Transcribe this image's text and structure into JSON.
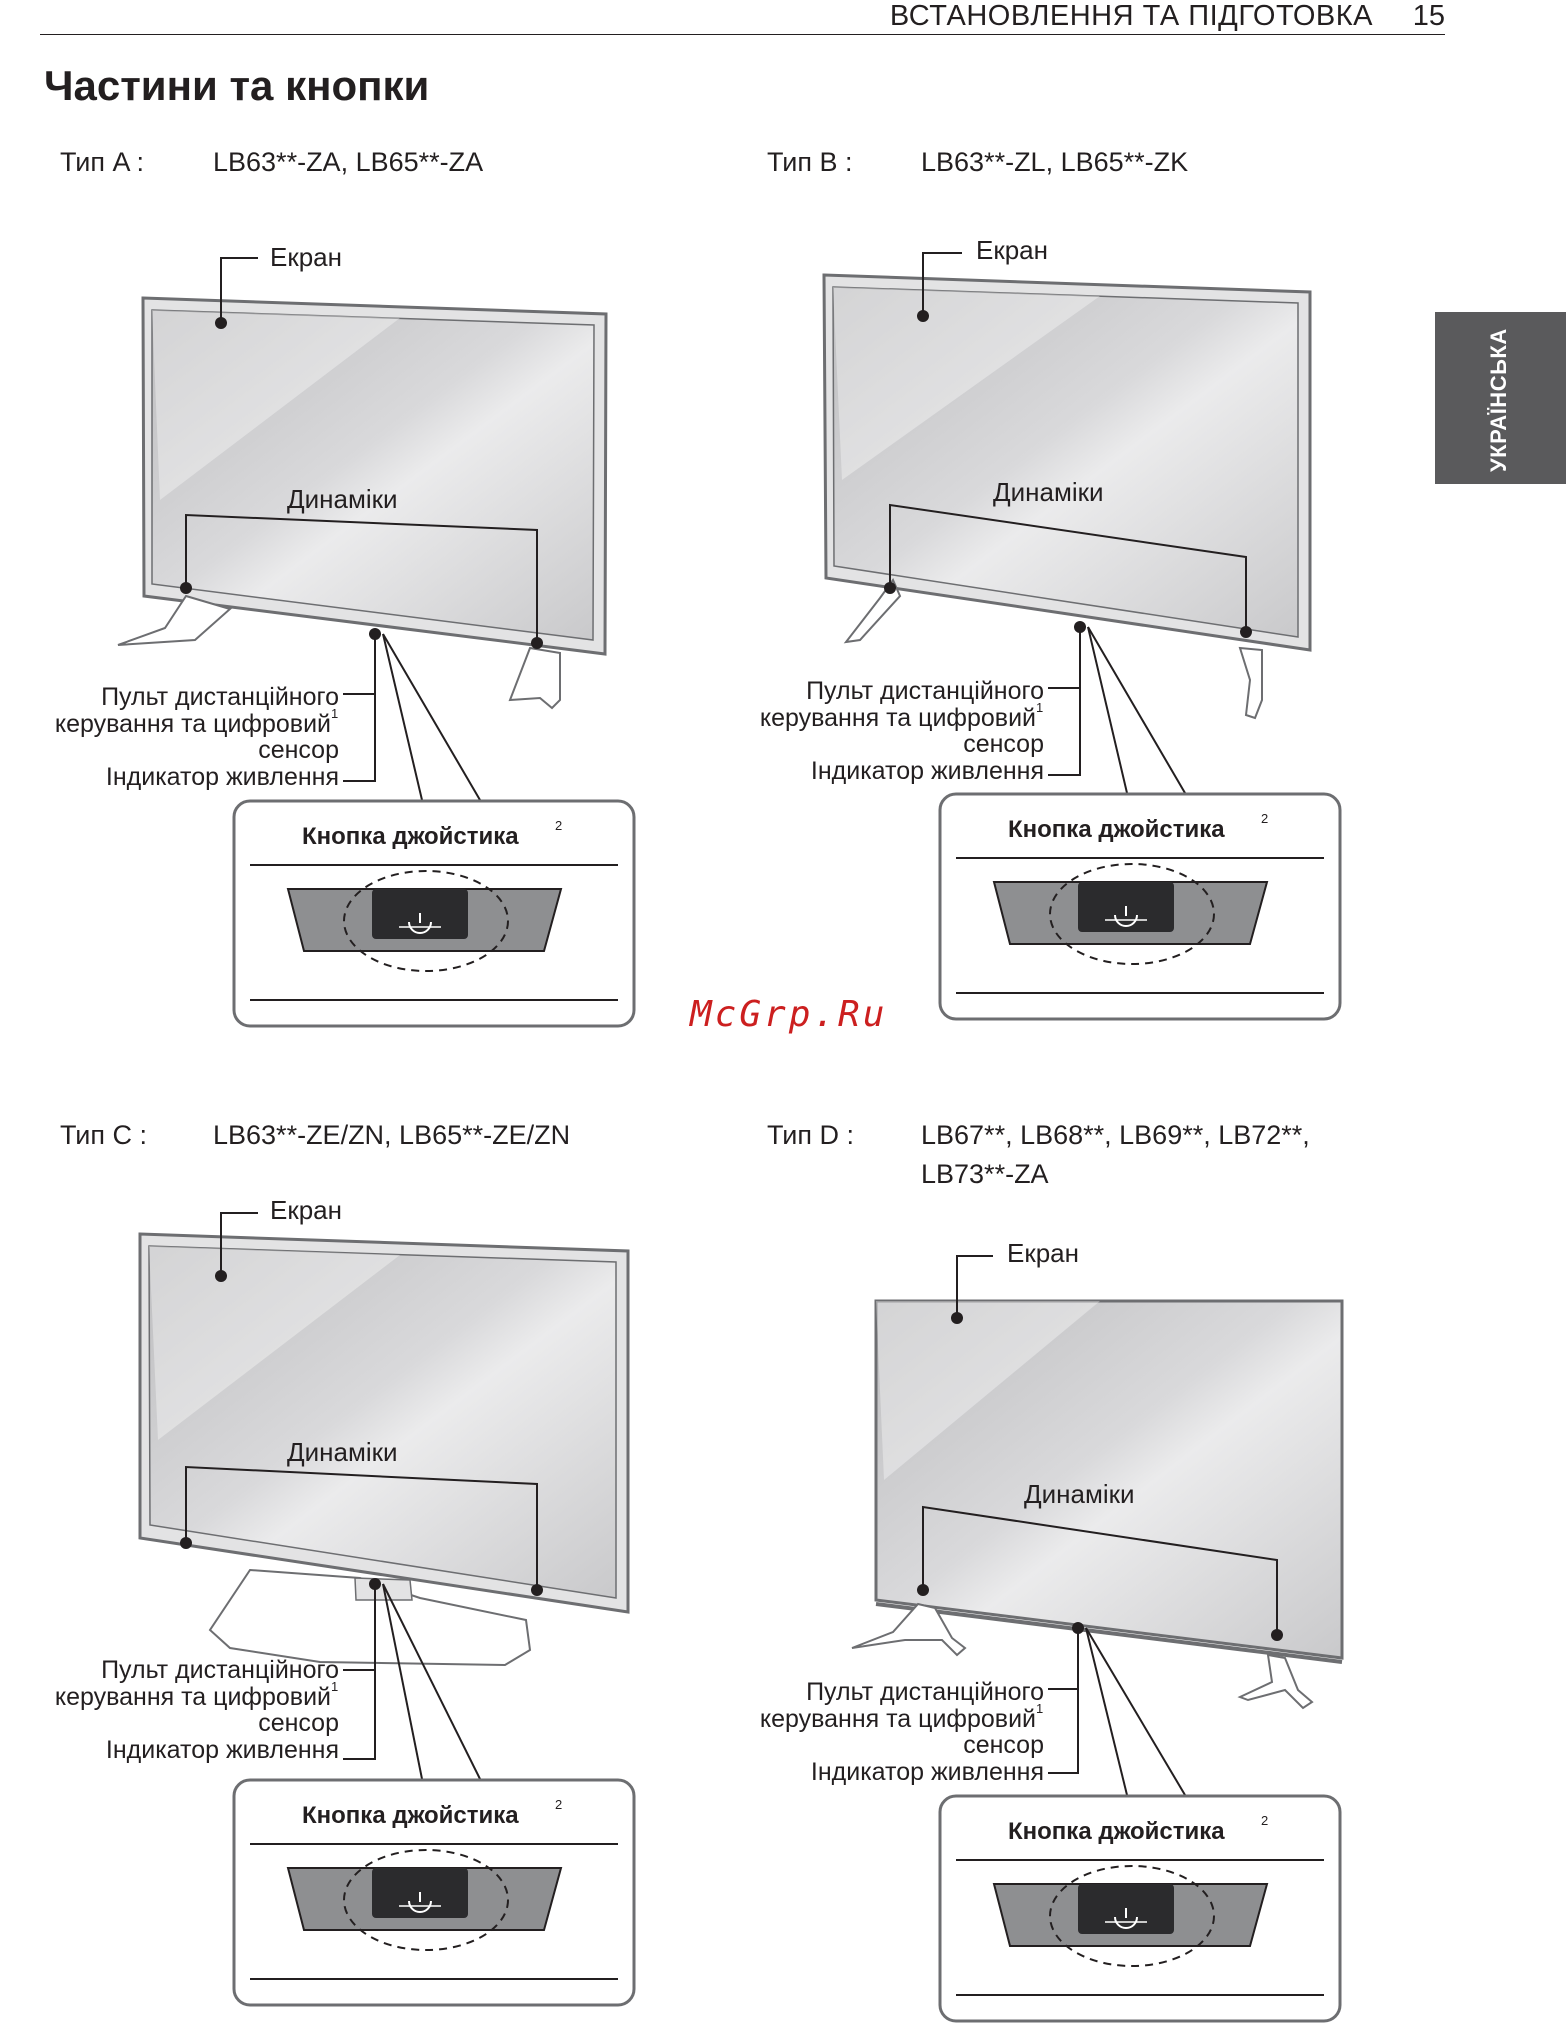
{
  "header": {
    "title": "ВСТАНОВЛЕННЯ ТА ПІДГОТОВКА",
    "page_number": "15"
  },
  "page_title": "Частини та кнопки",
  "language_tab": "УКРАЇНСЬКА",
  "watermark": "McGrp.Ru",
  "labels": {
    "screen": "Екран",
    "speakers": "Динаміки",
    "remote_line1": "Пульт дистанційного",
    "remote_line2": "керування та цифровий",
    "remote_line3": "сенсор",
    "power_indicator": "Індикатор живлення",
    "joystick": "Кнопка джойстика",
    "footnote_1": "1",
    "footnote_2": "2"
  },
  "types": [
    {
      "label": "Тип A :",
      "models": "LB63**-ZA, LB65**-ZA",
      "models_line2": ""
    },
    {
      "label": "Тип B :",
      "models": "LB63**-ZL, LB65**-ZK",
      "models_line2": ""
    },
    {
      "label": "Тип C :",
      "models": "LB63**-ZE/ZN, LB65**-ZE/ZN",
      "models_line2": ""
    },
    {
      "label": "Тип D :",
      "models": "LB67**, LB68**, LB69**, LB72**,",
      "models_line2": "LB73**-ZA"
    }
  ]
}
